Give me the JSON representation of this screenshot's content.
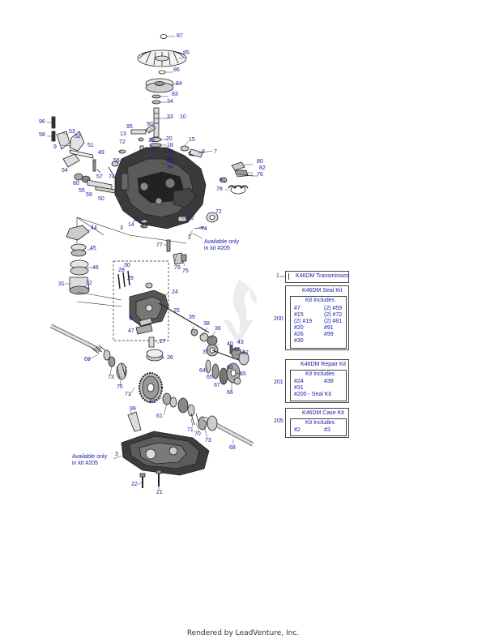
{
  "footer": "Rendered by LeadVenture, Inc.",
  "watermark": "LEADVENTURE",
  "notes": {
    "note_upper": [
      "Available only",
      "in kit #205"
    ],
    "note_lower": [
      "Available only",
      "in kit #205"
    ]
  },
  "labels": [
    "87",
    "85",
    "86",
    "84",
    "83",
    "34",
    "33",
    "10",
    "90",
    "95",
    "13",
    "19",
    "20",
    "18",
    "34",
    "34",
    "35",
    "34",
    "12",
    "72",
    "15",
    "8",
    "7",
    "96",
    "53",
    "52",
    "58",
    "9",
    "51",
    "49",
    "56",
    "54",
    "57",
    "74",
    "60",
    "55",
    "59",
    "50",
    "80",
    "82",
    "76",
    "81",
    "78",
    "11",
    "14",
    "3",
    "82",
    "72",
    "74",
    "2",
    "44",
    "45",
    "46",
    "77",
    "79",
    "75",
    "30",
    "28",
    "29",
    "31",
    "32",
    "24",
    "25",
    "39",
    "38",
    "36",
    "8",
    "47",
    "37",
    "40",
    "43",
    "41",
    "42",
    "27",
    "26",
    "69",
    "64",
    "65",
    "63",
    "65",
    "67",
    "66",
    "73",
    "70",
    "71",
    "62",
    "99",
    "61",
    "71",
    "70",
    "73",
    "68",
    "3",
    "22",
    "21"
  ],
  "kits": {
    "transmission": {
      "num": "1",
      "title": "K46DM Transmission"
    },
    "seal": {
      "num": "200",
      "title": "K46DM Seal Kit",
      "includes": "Kit Includes",
      "rows": [
        [
          "#7",
          "(2) #59"
        ],
        [
          "#15",
          "(2) #72"
        ],
        [
          "(2) #19",
          "(2) #81"
        ],
        [
          "#20",
          "#91"
        ],
        [
          "#26",
          "#99"
        ],
        [
          "#30",
          ""
        ]
      ]
    },
    "repair": {
      "num": "201",
      "title": "K46DM Repair Kit",
      "includes": "Kit Includes",
      "rows": [
        [
          "#24",
          "#38"
        ],
        [
          "#31",
          ""
        ],
        [
          "#200 - Seal Kit",
          ""
        ]
      ]
    },
    "case": {
      "num": "205",
      "title": "K46DM Case Kit",
      "includes": "Kit Includes",
      "rows": [
        [
          "#2",
          "#3"
        ]
      ]
    }
  }
}
